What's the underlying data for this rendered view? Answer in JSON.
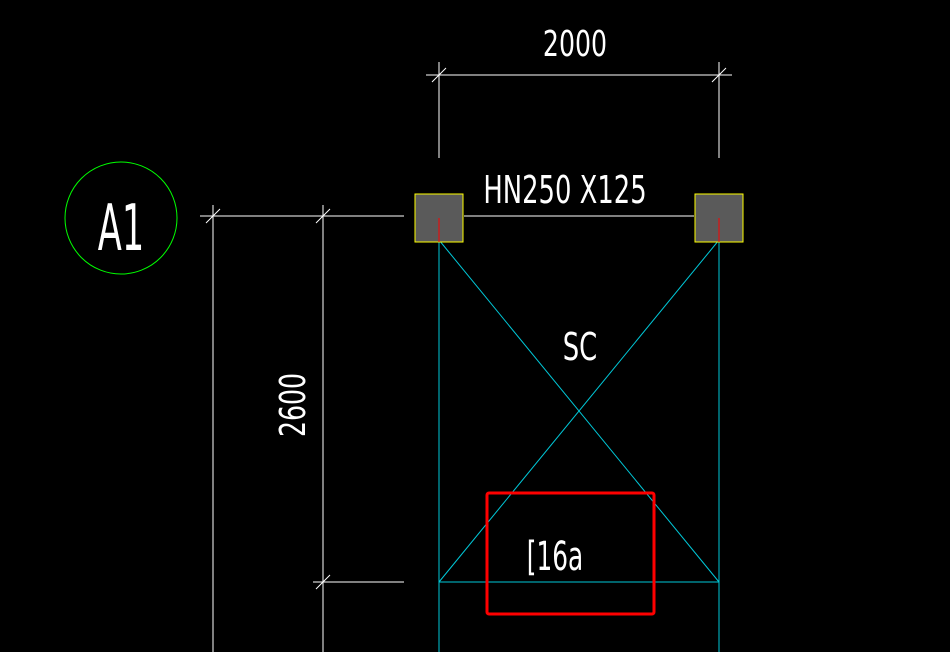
{
  "grid_bubble": {
    "label": "A1",
    "color": "#00ff00"
  },
  "dimensions": {
    "horizontal": "2000",
    "vertical": "2600",
    "color": "#ffffff"
  },
  "beam": {
    "label": "HN250 X125",
    "color": "#ffffff"
  },
  "bracing": {
    "label": "SC",
    "color": "#00c8d8"
  },
  "channel": {
    "label": "[16a"
  },
  "columns": {
    "fill_color": "#5a5a5a",
    "outline_color": "#ffff00"
  },
  "highlight": {
    "color": "#ff0000"
  }
}
